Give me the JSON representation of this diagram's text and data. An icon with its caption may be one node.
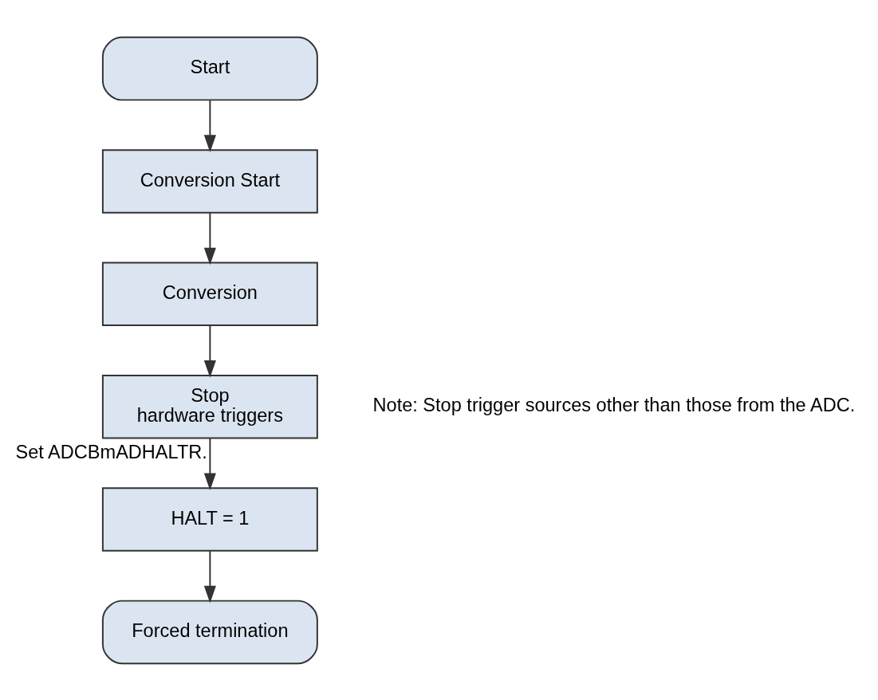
{
  "diagram": {
    "nodes": [
      {
        "text": [
          "Start"
        ]
      },
      {
        "text": [
          "Conversion Start"
        ]
      },
      {
        "text": [
          "Conversion"
        ]
      },
      {
        "text": [
          "Stop hardware triggers"
        ],
        "beside": [
          "Note: Stop trigger sources other than those from the ADC."
        ]
      },
      {
        "text": [
          "HALT = 1"
        ]
      },
      {
        "text": [
          "Forced termination"
        ]
      }
    ],
    "edges": [
      {
        "from": 0,
        "to": 1,
        "arrow": "to"
      },
      {
        "from": 1,
        "to": 2,
        "arrow": "to"
      },
      {
        "from": 2,
        "to": 3,
        "arrow": "to"
      },
      {
        "from": 3,
        "to": 4,
        "arrow": "to",
        "label": "Set ADCBmADHALTR."
      },
      {
        "from": 4,
        "to": 5,
        "arrow": "to"
      }
    ]
  }
}
